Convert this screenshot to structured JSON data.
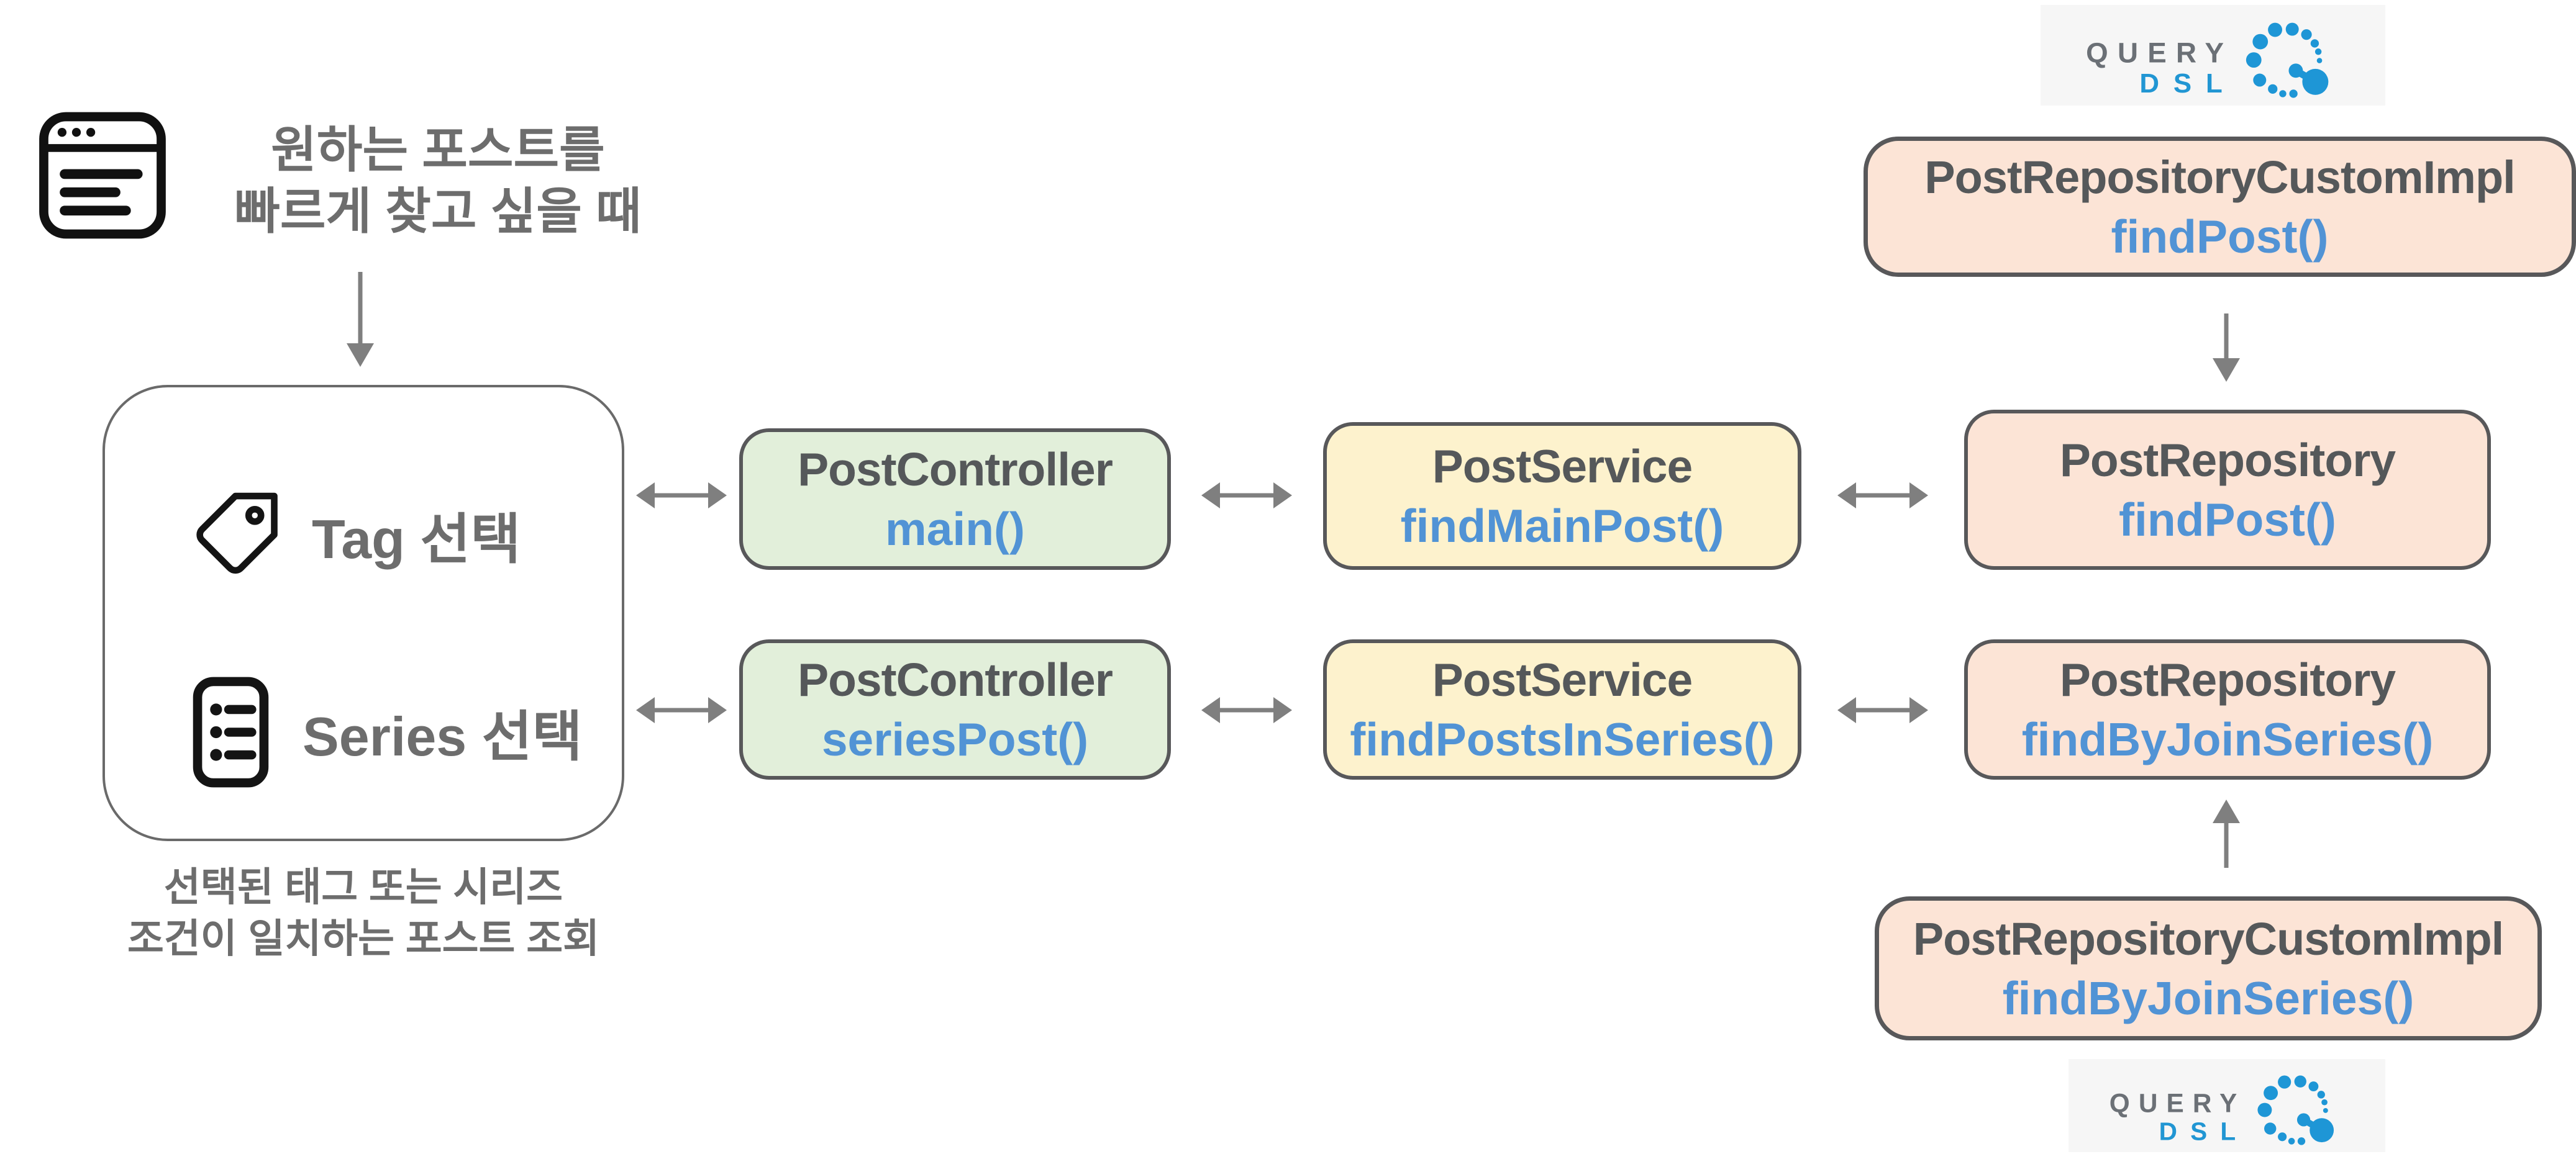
{
  "intro": {
    "icon": "browser-window-icon",
    "line1": "원하는 포스트를",
    "line2": "빠르게 찾고 싶을 때"
  },
  "selector": {
    "items": [
      {
        "icon": "tag-icon",
        "label": "Tag 선택"
      },
      {
        "icon": "list-icon",
        "label": "Series 선택"
      }
    ],
    "caption_line1": "선택된 태그 또는 시리즈",
    "caption_line2": "조건이 일치하는 포스트 조회"
  },
  "flow": {
    "row1": [
      {
        "cls": "PostController",
        "method": "main()"
      },
      {
        "cls": "PostService",
        "method": "findMainPost()"
      },
      {
        "cls": "PostRepository",
        "method": "findPost()"
      }
    ],
    "row2": [
      {
        "cls": "PostController",
        "method": "seriesPost()"
      },
      {
        "cls": "PostService",
        "method": "findPostsInSeries()"
      },
      {
        "cls": "PostRepository",
        "method": "findByJoinSeries()"
      }
    ]
  },
  "impl": {
    "top": {
      "cls": "PostRepositoryCustomImpl",
      "method": "findPost()"
    },
    "bottom": {
      "cls": "PostRepositoryCustomImpl",
      "method": "findByJoinSeries()"
    }
  },
  "logo": {
    "word_top": "QUERY",
    "word_bottom": "DSL"
  },
  "colors": {
    "controller_fill": "#e2efda",
    "service_fill": "#fdf2cd",
    "repository_fill": "#fce4d6",
    "box_border": "#58585a",
    "class_text": "#55585a",
    "method_text": "#5193d5",
    "korean_text": "#6d6d6d",
    "arrow": "#7f7f7f",
    "logo_blue": "#1e96d6",
    "logo_gray": "#6b7076"
  }
}
